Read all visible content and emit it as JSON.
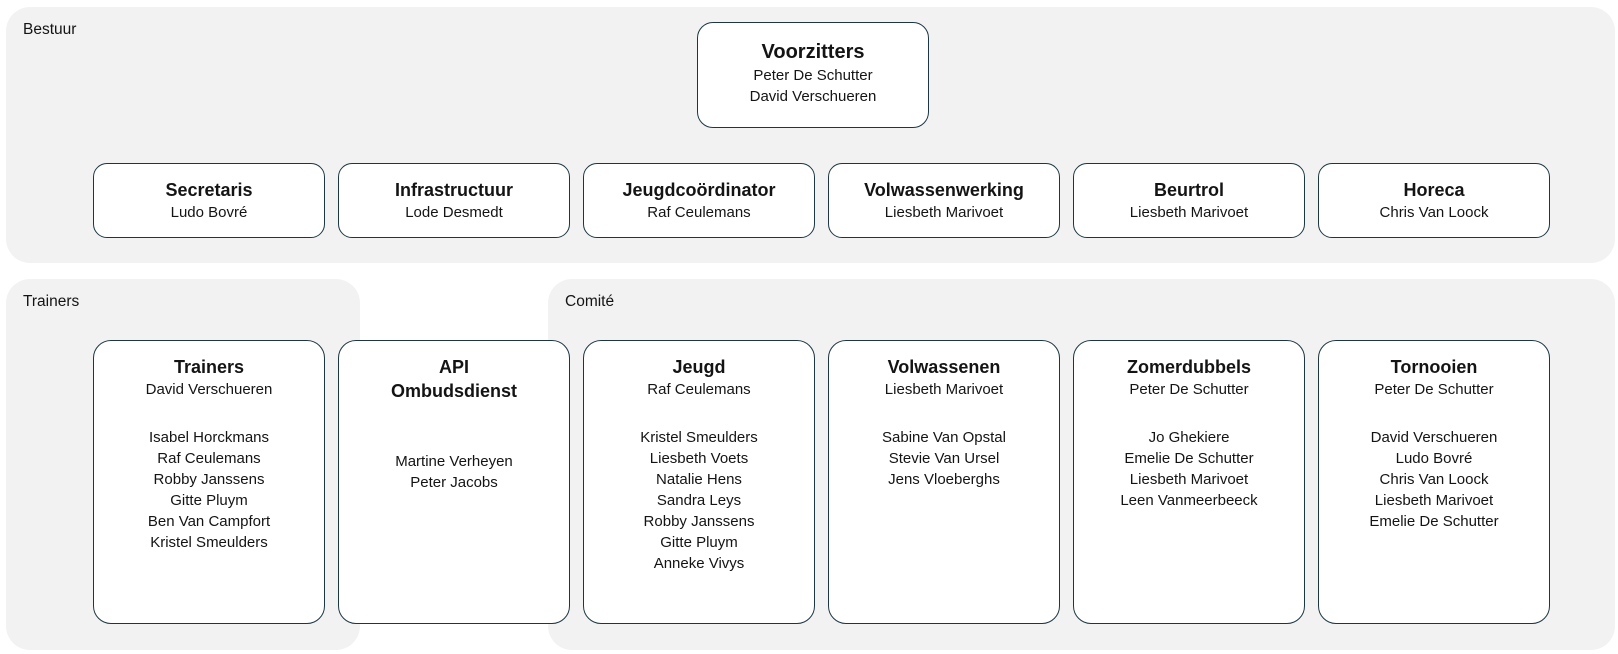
{
  "colors": {
    "canvas_bg": "#ffffff",
    "panel_bg": "#f2f2f2",
    "card_bg": "#ffffff",
    "card_border": "#1c3743",
    "text": "#141414"
  },
  "panels": {
    "bestuur": {
      "label": "Bestuur"
    },
    "trainers": {
      "label": "Trainers"
    },
    "comite": {
      "label": "Comité"
    }
  },
  "voorzitters_card": {
    "title": "Voorzitters",
    "members": [
      "Peter De Schutter",
      "David Verschueren"
    ]
  },
  "bestuur_cards": [
    {
      "title": "Secretaris",
      "lead": "Ludo Bovré"
    },
    {
      "title": "Infrastructuur",
      "lead": "Lode Desmedt"
    },
    {
      "title": "Jeugdcoördinator",
      "lead": "Raf Ceulemans"
    },
    {
      "title": "Volwassenwerking",
      "lead": "Liesbeth Marivoet"
    },
    {
      "title": "Beurtrol",
      "lead": "Liesbeth Marivoet"
    },
    {
      "title": "Horeca",
      "lead": "Chris Van Loock"
    }
  ],
  "committee_cards": [
    {
      "title": "Trainers",
      "lead": "David Verschueren",
      "members": [
        "Isabel Horckmans",
        "Raf Ceulemans",
        "Robby Janssens",
        "Gitte Pluym",
        "Ben Van Campfort",
        "Kristel Smeulders"
      ]
    },
    {
      "title": "API\nOmbudsdienst",
      "lead": "",
      "members": [
        "Martine Verheyen",
        "Peter Jacobs"
      ]
    },
    {
      "title": "Jeugd",
      "lead": "Raf Ceulemans",
      "members": [
        "Kristel Smeulders",
        "Liesbeth Voets",
        "Natalie Hens",
        "Sandra Leys",
        "Robby Janssens",
        "Gitte Pluym",
        "Anneke Vivys"
      ]
    },
    {
      "title": "Volwassenen",
      "lead": "Liesbeth Marivoet",
      "members": [
        "Sabine Van Opstal",
        "Stevie Van Ursel",
        "Jens Vloeberghs"
      ]
    },
    {
      "title": "Zomerdubbels",
      "lead": "Peter De Schutter",
      "members": [
        "Jo Ghekiere",
        "Emelie De Schutter",
        "Liesbeth Marivoet",
        "Leen Vanmeerbeeck"
      ]
    },
    {
      "title": "Tornooien",
      "lead": "Peter De Schutter",
      "members": [
        "David Verschueren",
        "Ludo Bovré",
        "Chris Van Loock",
        "Liesbeth Marivoet",
        "Emelie De Schutter"
      ]
    }
  ]
}
